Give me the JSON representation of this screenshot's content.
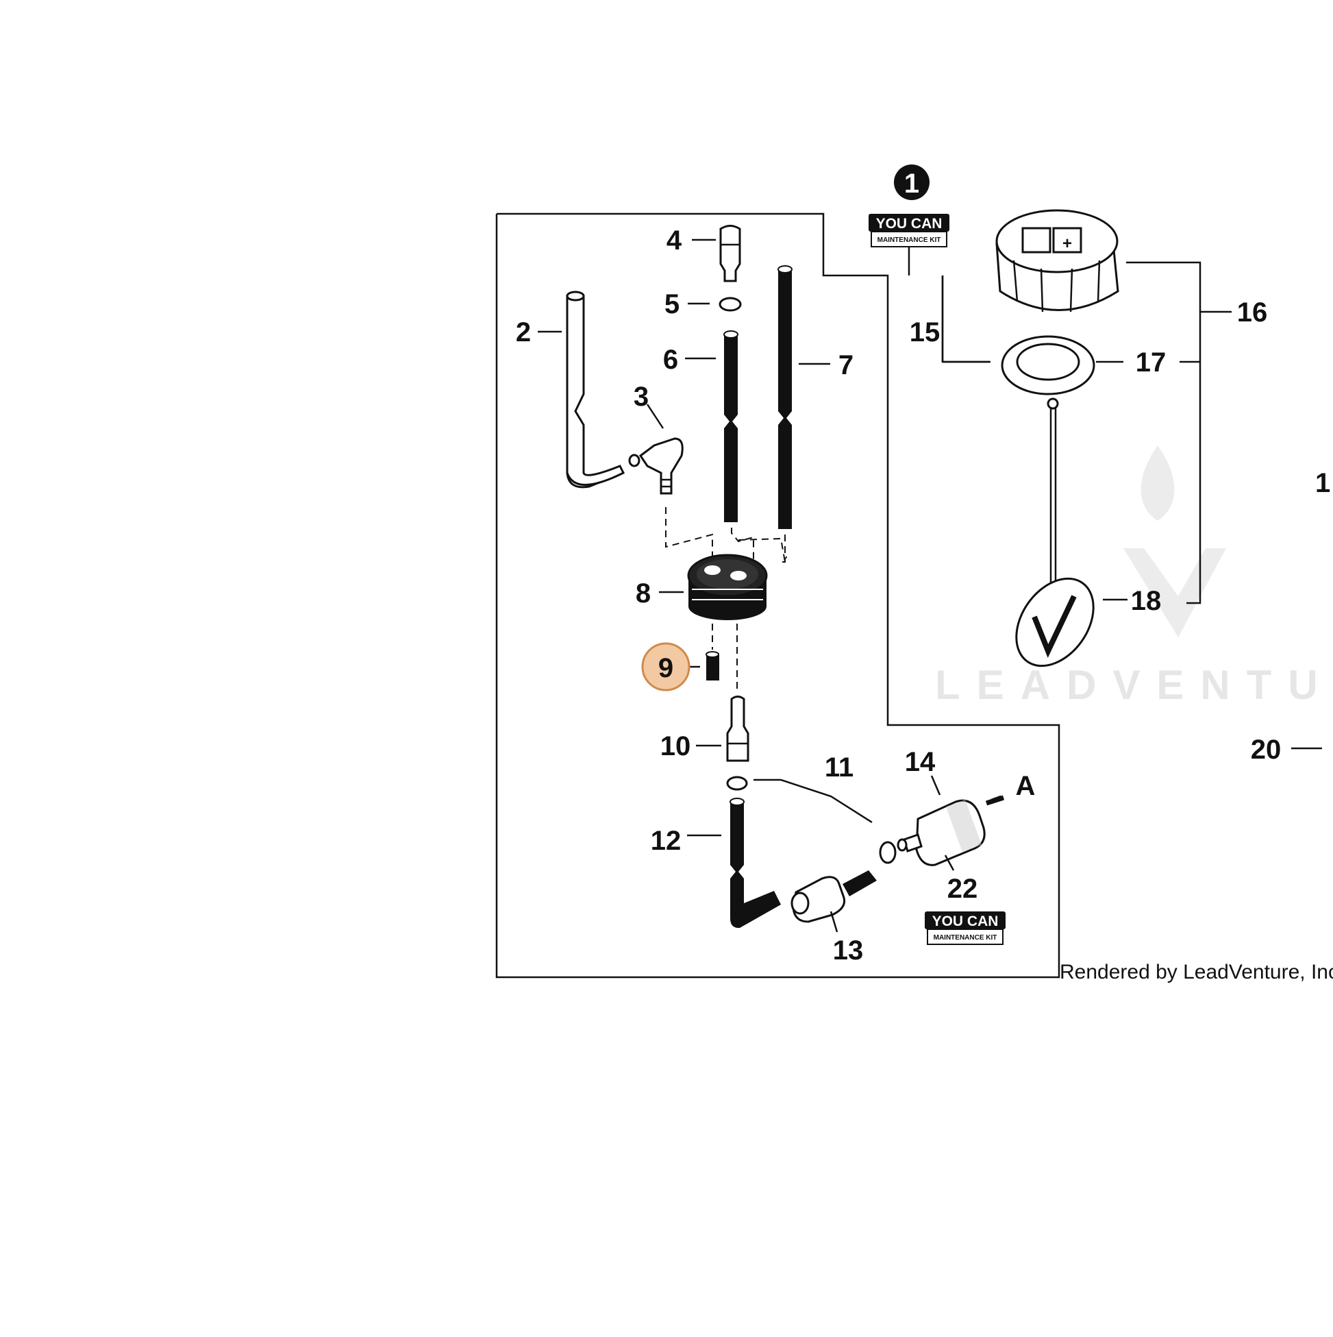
{
  "diagram": {
    "callouts": {
      "c1": "1",
      "c2": "2",
      "c3": "3",
      "c4": "4",
      "c5": "5",
      "c6": "6",
      "c7": "7",
      "c8": "8",
      "c9": "9",
      "c10": "10",
      "c11": "11",
      "c12": "12",
      "c13": "13",
      "c14": "14",
      "c15": "15",
      "c16": "16",
      "c17": "17",
      "c18": "18",
      "c20": "20",
      "c22": "22",
      "c19_partial": "1",
      "a": "A"
    },
    "kit_badge": {
      "top": "YOU CAN",
      "bottom": "MAINTENANCE KIT"
    },
    "highlight": {
      "callout": "9",
      "fill": "#f2c9a3",
      "stroke": "#d08a4c"
    },
    "watermark": "LEADVENTU",
    "credit": "Rendered by LeadVenture, Inc"
  }
}
